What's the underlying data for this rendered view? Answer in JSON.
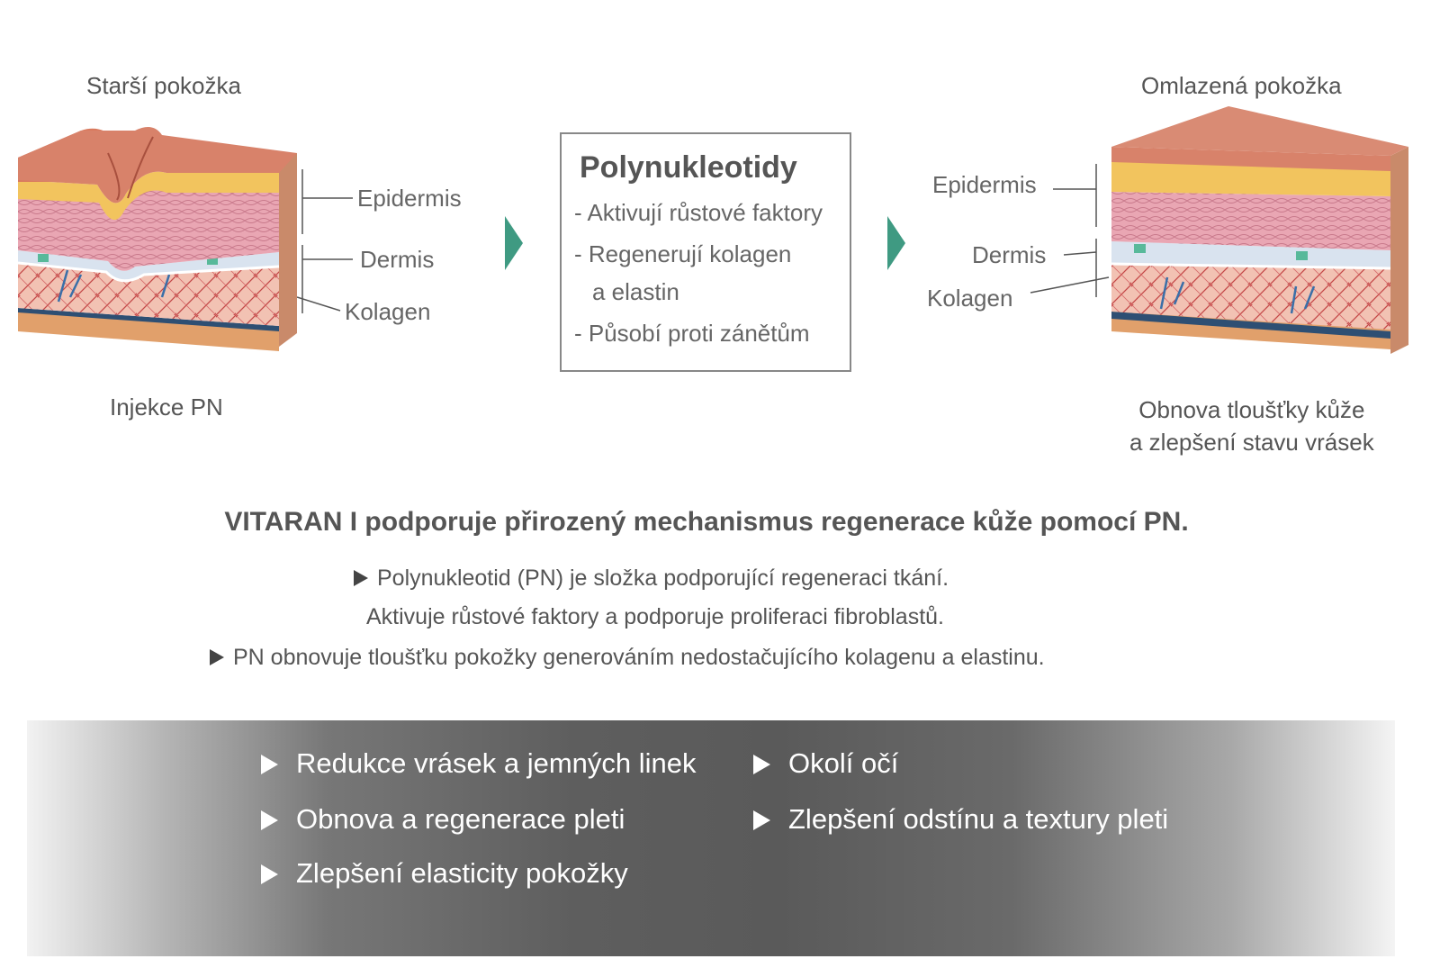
{
  "diagram": {
    "old_skin": {
      "title": "Starší pokožka",
      "caption": "Injekce PN",
      "layers": [
        "Epidermis",
        "Dermis",
        "Kolagen"
      ]
    },
    "new_skin": {
      "title": "Omlazená pokožka",
      "caption_line1": "Obnova tloušťky kůže",
      "caption_line2": "a zlepšení stavu vrásek",
      "layers": [
        "Epidermis",
        "Dermis",
        "Kolagen"
      ]
    },
    "pn_box": {
      "title": "Polynukleotidy",
      "items": [
        "- Aktivují růstové faktory",
        "- Regenerují kolagen",
        "a elastin",
        "- Působí proti zánětům"
      ]
    },
    "arrow_color": "#3f9a82"
  },
  "headline": "VITARAN I podporuje přirozený mechanismus regenerace kůže pomocí PN.",
  "descriptions": [
    "Polynukleotid (PN) je složka podporující regeneraci tkání.",
    "Aktivuje růstové faktory a podporuje proliferaci fibroblastů.",
    "PN obnovuje tloušťku pokožky generováním nedostačujícího kolagenu a elastinu."
  ],
  "benefits": [
    "Redukce vrásek a jemných linek",
    "Obnova a regenerace pleti",
    "Zlepšení elasticity pokožky",
    "Okolí očí",
    "Zlepšení odstínu a textury pleti"
  ]
}
